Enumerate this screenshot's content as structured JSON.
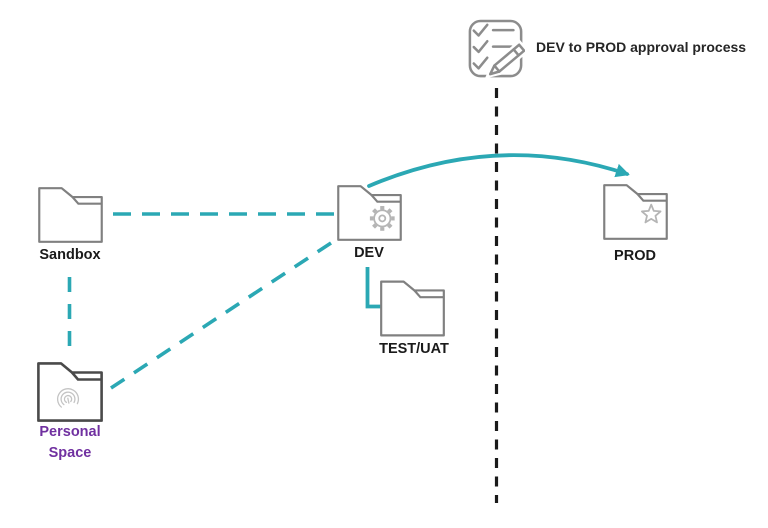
{
  "colors": {
    "teal": "#2BA8B4",
    "purple": "#7030A0",
    "folder_gray": "#808080",
    "folder_dark": "#4A4A4A",
    "icon_gray": "#B5B5B5",
    "fingerprint_gray": "#C4C4C4",
    "checklist_gray": "#8C8C8C",
    "label_black": "#1A1A1A",
    "divider_black": "#1A1A1A",
    "title_black": "#262626"
  },
  "header": {
    "icon": "checklist-pencil-icon",
    "label": "DEV to PROD approval process"
  },
  "nodes": {
    "sandbox": {
      "label": "Sandbox",
      "icon": "folder-icon"
    },
    "dev": {
      "label": "DEV",
      "icon": "folder-gear-icon"
    },
    "test_uat": {
      "label": "TEST/UAT",
      "icon": "folder-icon"
    },
    "prod": {
      "label": "PROD",
      "icon": "folder-star-icon"
    },
    "personal_space": {
      "label": "Personal Space",
      "icon": "folder-fingerprint-icon"
    }
  },
  "edges": [
    {
      "from": "Sandbox",
      "to": "DEV",
      "style": "teal-dashed"
    },
    {
      "from": "Sandbox",
      "to": "Personal Space",
      "style": "teal-dashed"
    },
    {
      "from": "Personal Space",
      "to": "DEV",
      "style": "teal-dashed"
    },
    {
      "from": "DEV",
      "to": "TEST/UAT",
      "style": "teal-solid-elbow"
    },
    {
      "from": "DEV",
      "to": "PROD",
      "style": "teal-solid-arrow"
    }
  ],
  "divider": {
    "style": "black-dashed-vertical"
  }
}
